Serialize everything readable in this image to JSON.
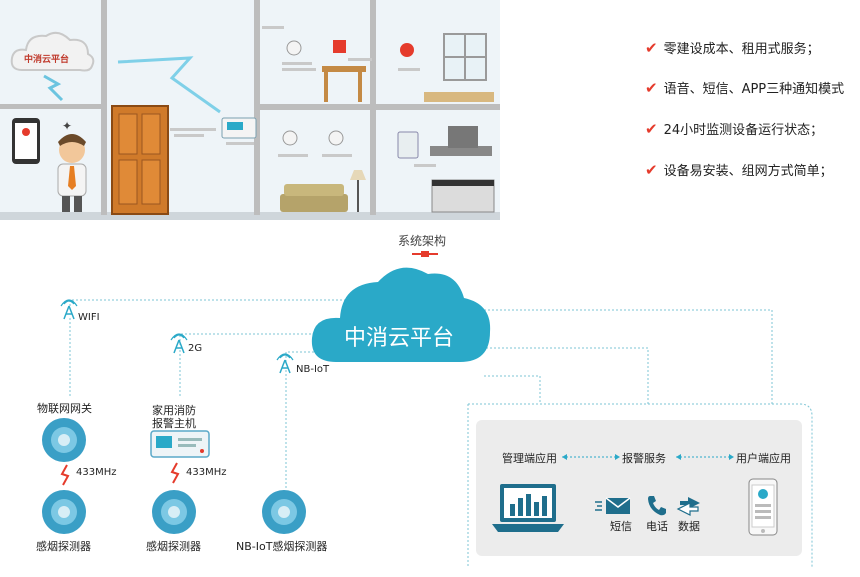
{
  "illustration": {
    "cloud_label": "中消云平台"
  },
  "features": [
    "零建设成本、租用式服务；",
    "语音、短信、APP三种通知模式",
    "24小时监测设备运行状态；",
    "设备易安装、组网方式简单；"
  ],
  "diagram": {
    "title": "系统架构",
    "cloud_label": "中消云平台",
    "networks": {
      "wifi": "WIFI",
      "twog": "2G",
      "nbiot": "NB-IoT"
    },
    "devices": {
      "gateway": "物联网网关",
      "host_line1": "家用消防",
      "host_line2": "报警主机",
      "freq1": "433MHz",
      "freq2": "433MHz",
      "detector1": "感烟探测器",
      "detector2": "感烟探测器",
      "detector3": "NB-IoT感烟探测器"
    },
    "services": {
      "mgmt": "管理端应用",
      "alarm": "报警服务",
      "user": "用户端应用",
      "sms": "短信",
      "phone": "电话",
      "data": "数据"
    }
  },
  "colors": {
    "accent": "#2aa9c8",
    "check": "#e53b2c",
    "line": "#7cc4d4"
  }
}
